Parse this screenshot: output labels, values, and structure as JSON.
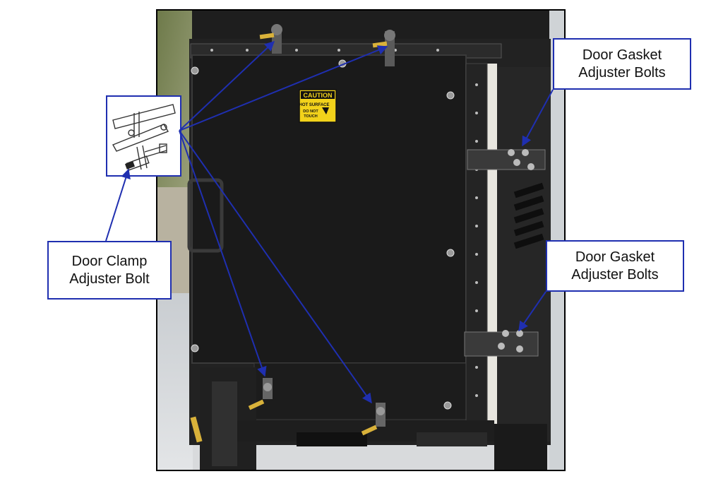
{
  "callouts": {
    "gasket_top": {
      "line1": "Door Gasket",
      "line2": "Adjuster Bolts"
    },
    "gasket_mid": {
      "line1": "Door Gasket",
      "line2": "Adjuster Bolts"
    },
    "clamp": {
      "line1": "Door Clamp",
      "line2": "Adjuster Bolt"
    }
  },
  "warning_sign": {
    "heading": "CAUTION",
    "line1": "HOT SURFACE",
    "line2": "DO NOT",
    "line3": "TOUCH"
  },
  "colors": {
    "arrow": "#1f2fb0",
    "cabinet": "#1b1b1b",
    "caution_yellow": "#f2d21b",
    "insulation": "#e8e6df"
  }
}
